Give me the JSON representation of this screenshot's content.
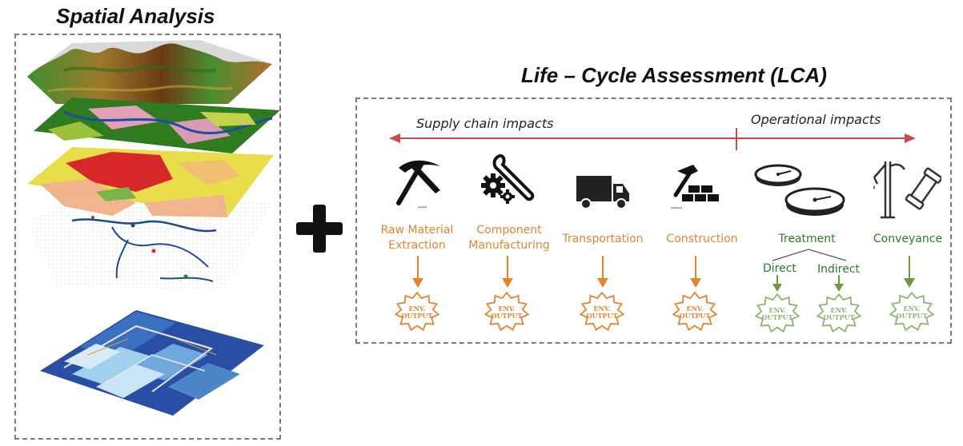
{
  "spatial": {
    "title": "Spatial Analysis"
  },
  "lca": {
    "title": "Life – Cycle Assessment (LCA)",
    "supply_label": "Supply chain impacts",
    "operational_label": "Operational impacts",
    "stages": [
      {
        "line1": "Raw Material",
        "line2": "Extraction",
        "icon": "pickaxe-icon",
        "color": "#e0852e"
      },
      {
        "line1": "Component",
        "line2": "Manufacturing",
        "icon": "gears-wrench-icon",
        "color": "#e0852e"
      },
      {
        "line1": "Transportation",
        "icon": "truck-icon",
        "color": "#e0852e"
      },
      {
        "line1": "Construction",
        "icon": "hammer-bricks-icon",
        "color": "#e0852e"
      },
      {
        "line1": "Treatment",
        "icon": "treatment-tanks-icon",
        "color": "#2c7a2a"
      },
      {
        "line1": "Conveyance",
        "icon": "pump-pipe-icon",
        "color": "#2c7a2a"
      }
    ],
    "treatment_split": {
      "direct": "Direct",
      "indirect": "Indirect"
    },
    "output_badge": {
      "line1": "ENV.",
      "line2": "OUTPUT"
    },
    "colors": {
      "supply": "#e0852e",
      "operational": "#2c7a2a",
      "operational_light": "#6d9a3a",
      "badge_green": "#8fb370",
      "timeline": "#c94a4a"
    }
  }
}
